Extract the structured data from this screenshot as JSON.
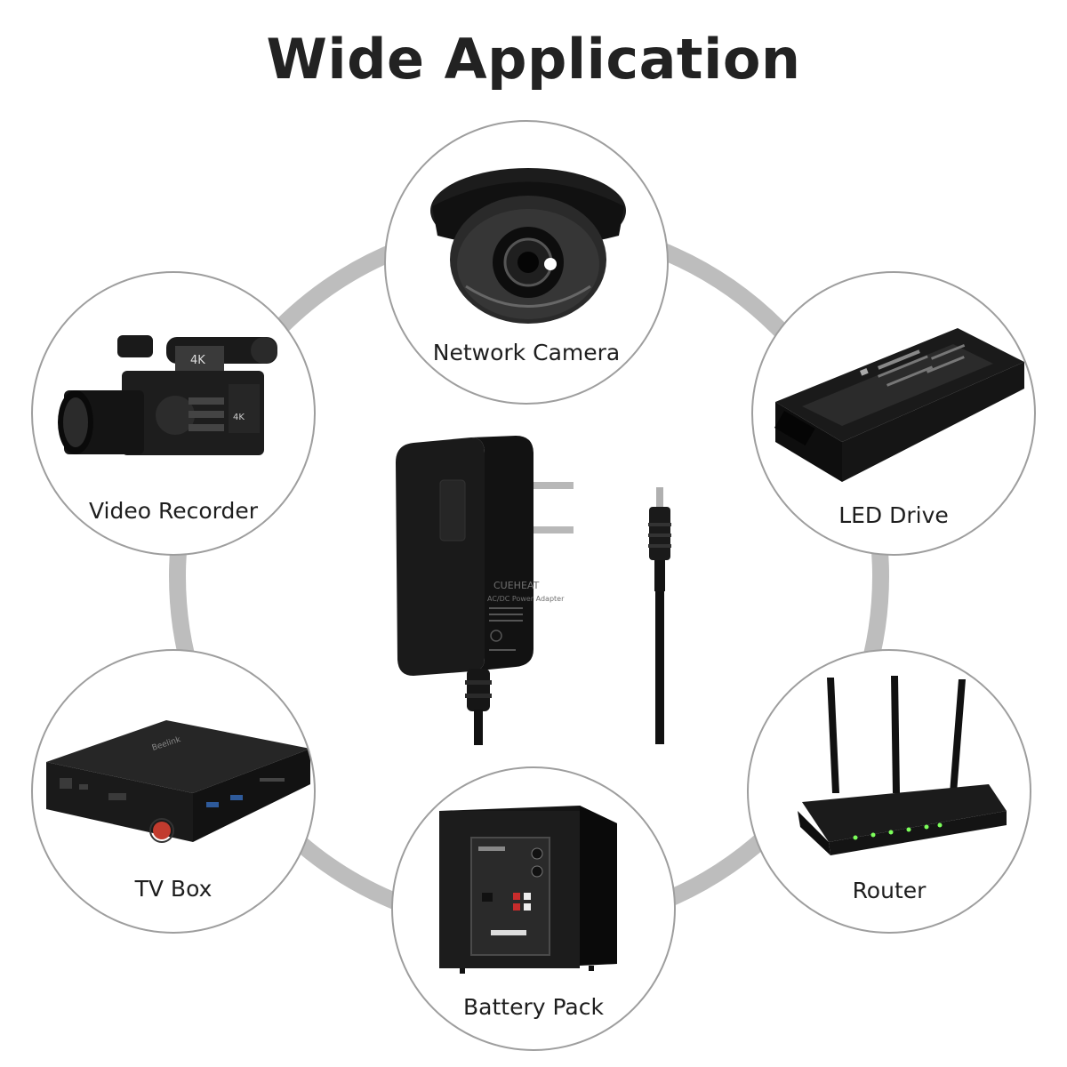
{
  "title": "Wide Application",
  "applications": [
    {
      "label": "Network Camera",
      "icon": "dome-camera-icon"
    },
    {
      "label": "Video Recorder",
      "icon": "camcorder-icon"
    },
    {
      "label": "LED Drive",
      "icon": "led-driver-icon"
    },
    {
      "label": "TV Box",
      "icon": "tv-box-icon"
    },
    {
      "label": "Router",
      "icon": "wifi-router-icon"
    },
    {
      "label": "Battery Pack",
      "icon": "subwoofer-battery-pack-icon"
    }
  ],
  "adapter": {
    "icon": "ac-dc-power-adapter-icon",
    "brand": "CUEHEAT",
    "text": "AC/DC Power Adapter"
  },
  "colors": {
    "ring": "#bdbdbd",
    "circle_border": "#9e9e9e",
    "title": "#222222",
    "product": "#1a1a1a"
  }
}
